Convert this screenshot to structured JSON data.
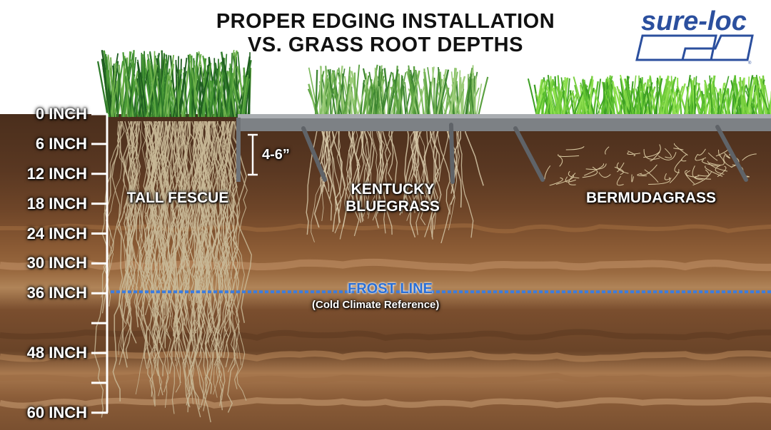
{
  "title": {
    "line1": "PROPER EDGING INSTALLATION",
    "line2": "VS. GRASS ROOT DEPTHS"
  },
  "logo": {
    "text": "sure-loc",
    "color": "#2b4f9e"
  },
  "ruler": {
    "unit": "INCH",
    "ticks": [
      {
        "depth": 0,
        "label": "0 INCH"
      },
      {
        "depth": 6,
        "label": "6 INCH"
      },
      {
        "depth": 12,
        "label": "12 INCH"
      },
      {
        "depth": 18,
        "label": "18 INCH"
      },
      {
        "depth": 24,
        "label": "24 INCH"
      },
      {
        "depth": 30,
        "label": "30 INCH"
      },
      {
        "depth": 36,
        "label": "36 INCH"
      },
      {
        "depth": 42,
        "label": ""
      },
      {
        "depth": 48,
        "label": "48 INCH"
      },
      {
        "depth": 54,
        "label": ""
      },
      {
        "depth": 60,
        "label": "60 INCH"
      }
    ]
  },
  "edging": {
    "depth_label": "4-6”",
    "depth_range_in": [
      4,
      6
    ],
    "color": "#7d8185"
  },
  "grasses": [
    {
      "name": "TALL FESCUE",
      "line1": "TALL FESCUE",
      "line2": "",
      "root_depth_in": 60
    },
    {
      "name": "KENTUCKY BLUEGRASS",
      "line1": "KENTUCKY",
      "line2": "BLUEGRASS",
      "root_depth_in": 24
    },
    {
      "name": "BERMUDAGRASS",
      "line1": "BERMUDAGRASS",
      "line2": "",
      "root_depth_in": 12
    }
  ],
  "frost_line": {
    "label": "FROST LINE",
    "sublabel": "(Cold Climate Reference)",
    "depth_in": 36,
    "color": "#2a6fd6"
  }
}
